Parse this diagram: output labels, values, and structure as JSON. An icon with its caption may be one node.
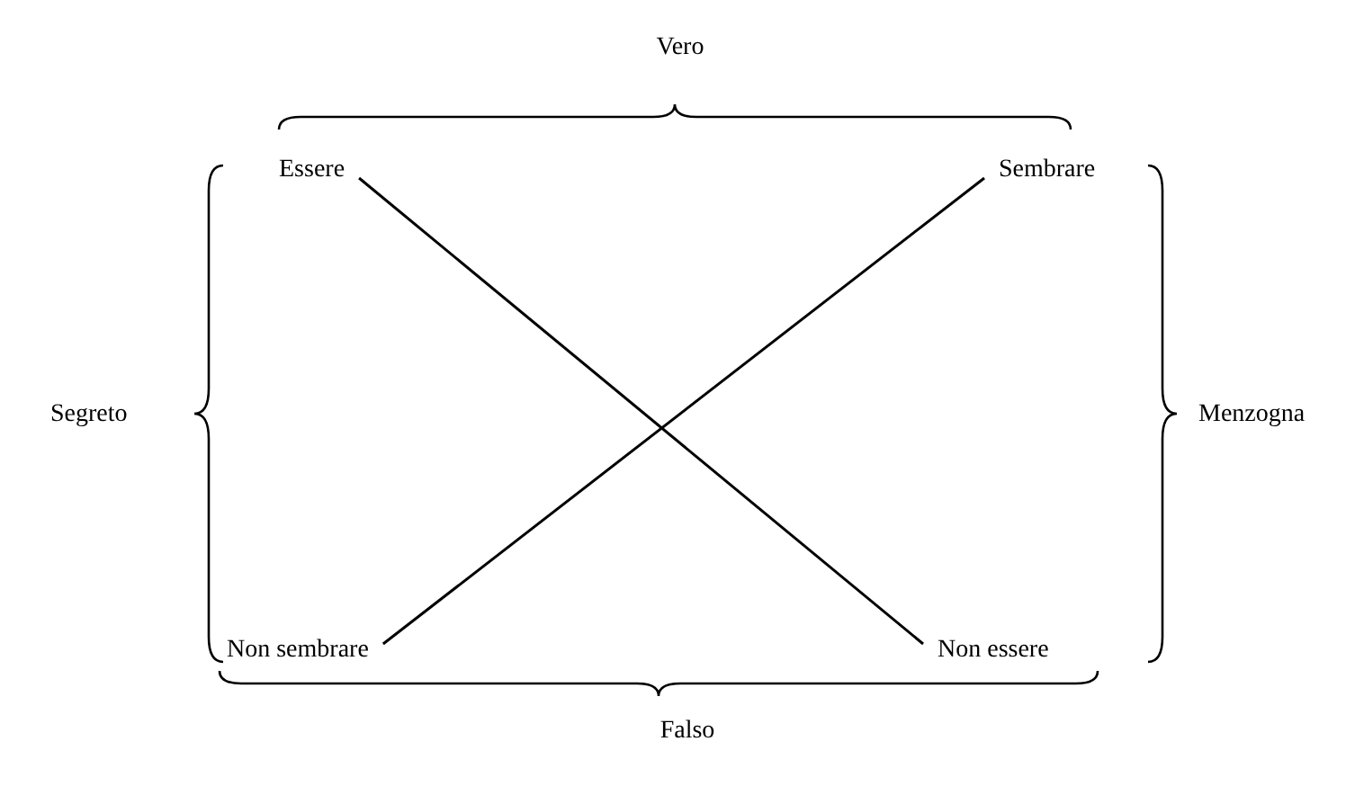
{
  "diagram": {
    "nodes": [
      {
        "text": [
          "Essere"
        ]
      },
      {
        "text": [
          "Sembrare"
        ]
      },
      {
        "text": [
          "Non sembrare"
        ]
      },
      {
        "text": [
          "Non essere"
        ]
      }
    ],
    "edges": [
      {
        "from": 0,
        "to": 3,
        "arrow": "none"
      },
      {
        "from": 1,
        "to": 2,
        "arrow": "none"
      }
    ],
    "labels": [
      "Vero",
      "Segreto",
      "Menzogna",
      "Falso"
    ]
  }
}
